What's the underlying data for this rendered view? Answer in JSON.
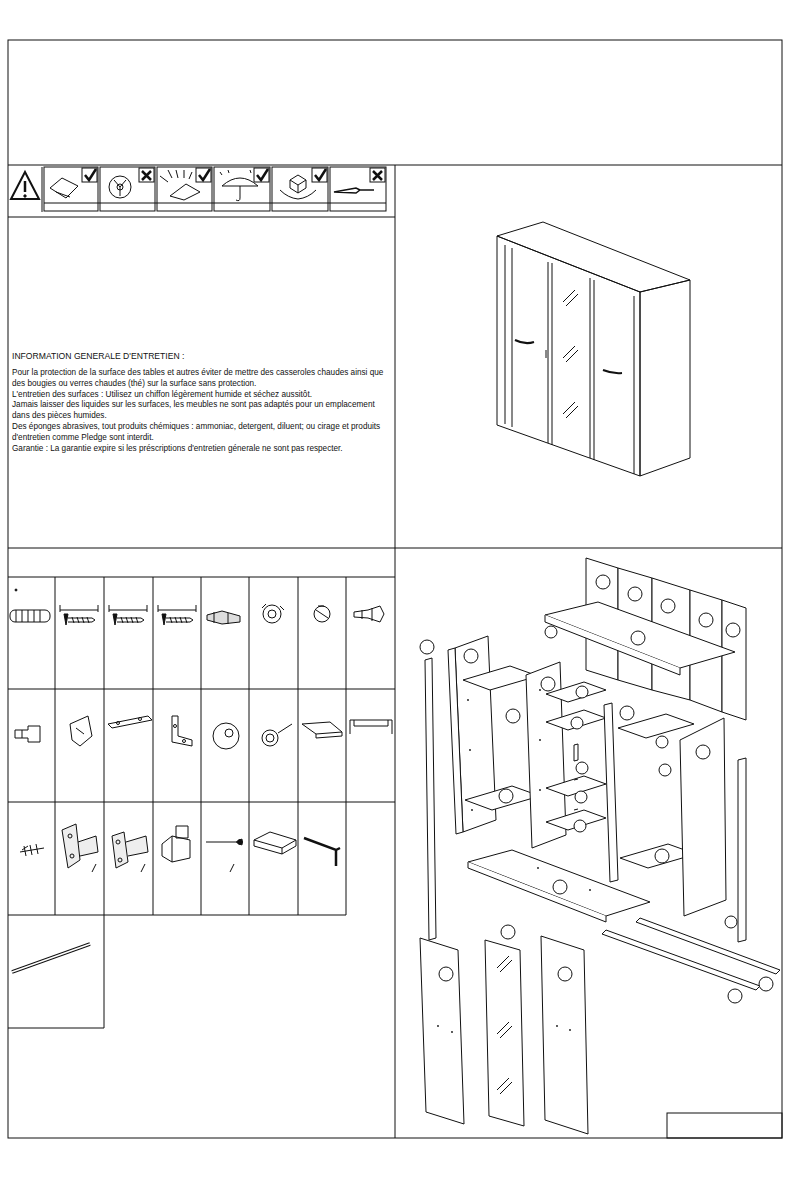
{
  "diagram": {
    "title": "INFORMATION GENERALE D'ENTRETIEN :",
    "labels": [
      "Pour la protection de la surface des tables et autres éviter de mettre des casseroles chaudes ainsi que des bougies ou verres chaudes (thé) sur la surface sans protection.",
      "L'entretien des surfaces : Utilisez un chiffon légèrement humide et séchez aussitôt.",
      "Jamais laisser des liquides sur les surfaces, les meubles ne sont pas adaptés pour un emplacement dans des pièces humides.",
      "Des éponges abrasives, tout produits chémiques : ammoniac, detergent, diluent; ou cirage et produits d'entretien comme Pledge sont interdit.",
      "Garantie : La garantie expire si les préscriptions d'entretien génerale ne sont pas respecter."
    ]
  }
}
